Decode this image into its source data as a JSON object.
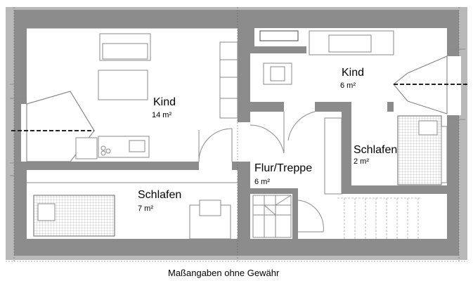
{
  "rooms": {
    "kind_left": {
      "name": "Kind",
      "area": "14 m²"
    },
    "kind_right": {
      "name": "Kind",
      "area": "6 m²"
    },
    "schlafen_left": {
      "name": "Schlafen",
      "area": "7 m²"
    },
    "schlafen_right": {
      "name": "Schlafen",
      "area": "2 m²"
    },
    "flur": {
      "name": "Flur/Treppe",
      "area": "6 m²"
    }
  },
  "caption": "Maßangaben ohne Gewähr",
  "colors": {
    "wall": "#8c8c8c",
    "roof": "#b9b9b9",
    "line": "#8a8a8a"
  }
}
